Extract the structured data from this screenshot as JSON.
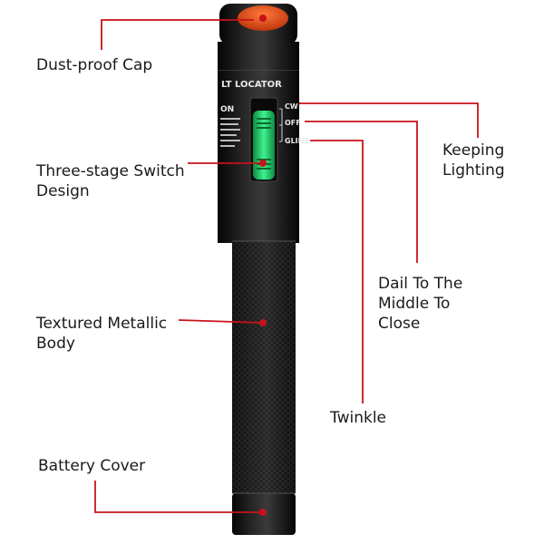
{
  "labels": {
    "dust_cap": "Dust-proof Cap",
    "switch_line1": "Three-stage Switch",
    "switch_line2": "Design",
    "body_line1": "Textured Metallic",
    "body_line2": "Body",
    "battery": "Battery Cover",
    "keeping_line1": "Keeping",
    "keeping_line2": "Lighting",
    "dail_line1": "Dail To The",
    "dail_line2": "Middle To",
    "dail_line3": "Close",
    "twinkle": "Twinkle"
  },
  "device": {
    "brand_text": "LT LOCATOR",
    "power_text": "ON",
    "switch_cw": "CW",
    "switch_off": "OFF",
    "switch_glint": "GLINT"
  },
  "colors": {
    "callout_line": "#c8121a",
    "cap_orange": "#e8501a",
    "switch_green": "#27e07a",
    "body_black": "#141414"
  }
}
